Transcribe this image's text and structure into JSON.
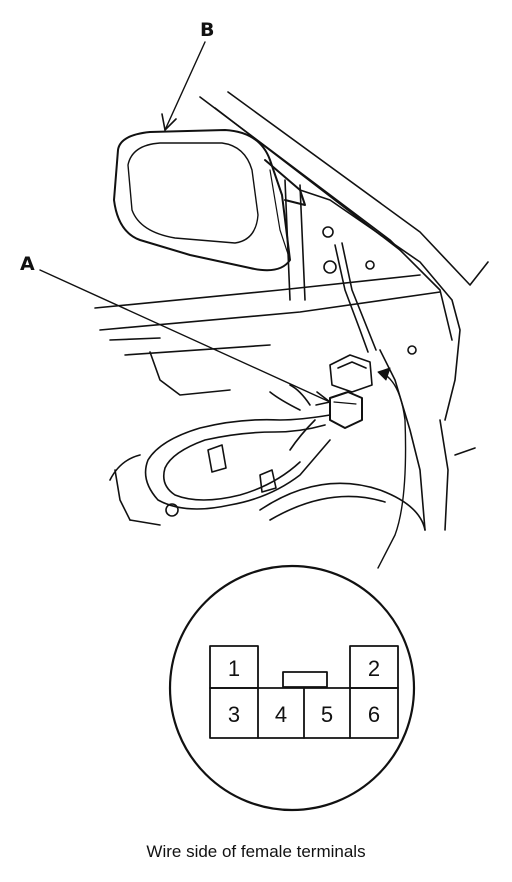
{
  "labels": {
    "connector": "A",
    "mirror": "B"
  },
  "terminals": [
    "1",
    "2",
    "3",
    "4",
    "5",
    "6"
  ],
  "caption": "Wire side of female terminals"
}
